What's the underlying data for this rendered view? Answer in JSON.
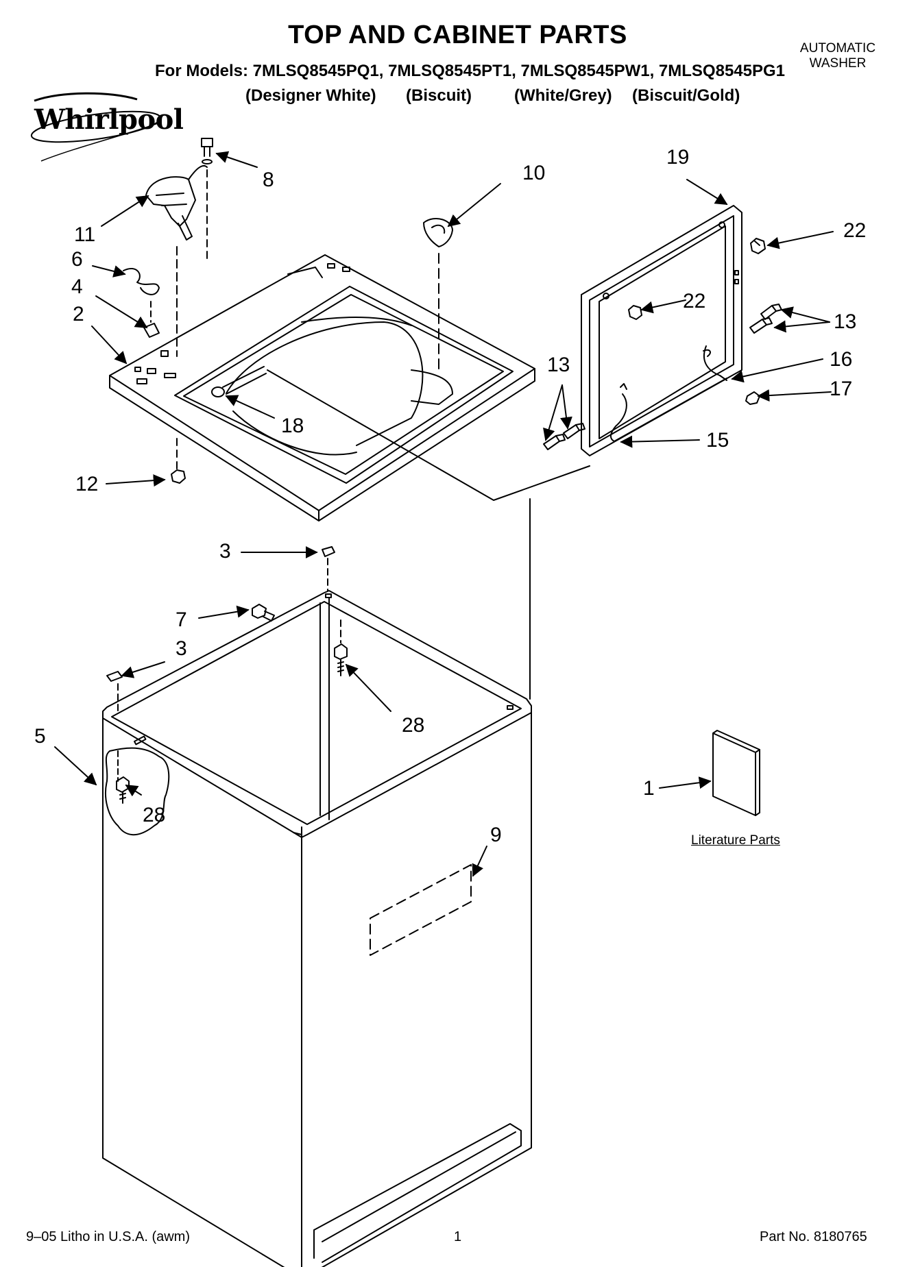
{
  "header": {
    "title": "TOP AND CABINET PARTS",
    "models_line": "For Models: 7MLSQ8545PQ1, 7MLSQ8545PT1, 7MLSQ8545PW1, 7MLSQ8545PG1",
    "variants": [
      "(Designer White)",
      "(Biscuit)",
      "(White/Grey)",
      "(Biscuit/Gold)"
    ],
    "product_type_line1": "AUTOMATIC",
    "product_type_line2": "WASHER",
    "brand": "Whirlpool"
  },
  "callouts": {
    "c8": "8",
    "c10": "10",
    "c19": "19",
    "c22a": "22",
    "c22b": "22",
    "c11": "11",
    "c6": "6",
    "c4": "4",
    "c2": "2",
    "c13a": "13",
    "c13b": "13",
    "c16": "16",
    "c17": "17",
    "c15": "15",
    "c18": "18",
    "c12": "12",
    "c3a": "3",
    "c7": "7",
    "c3b": "3",
    "c28a": "28",
    "c5": "5",
    "c28b": "28",
    "c9": "9",
    "c1": "1"
  },
  "literature_label": "Literature Parts",
  "footer": {
    "litho": "9–05 Litho in U.S.A. (awm)",
    "page": "1",
    "part_no": "Part No. 8180765"
  }
}
